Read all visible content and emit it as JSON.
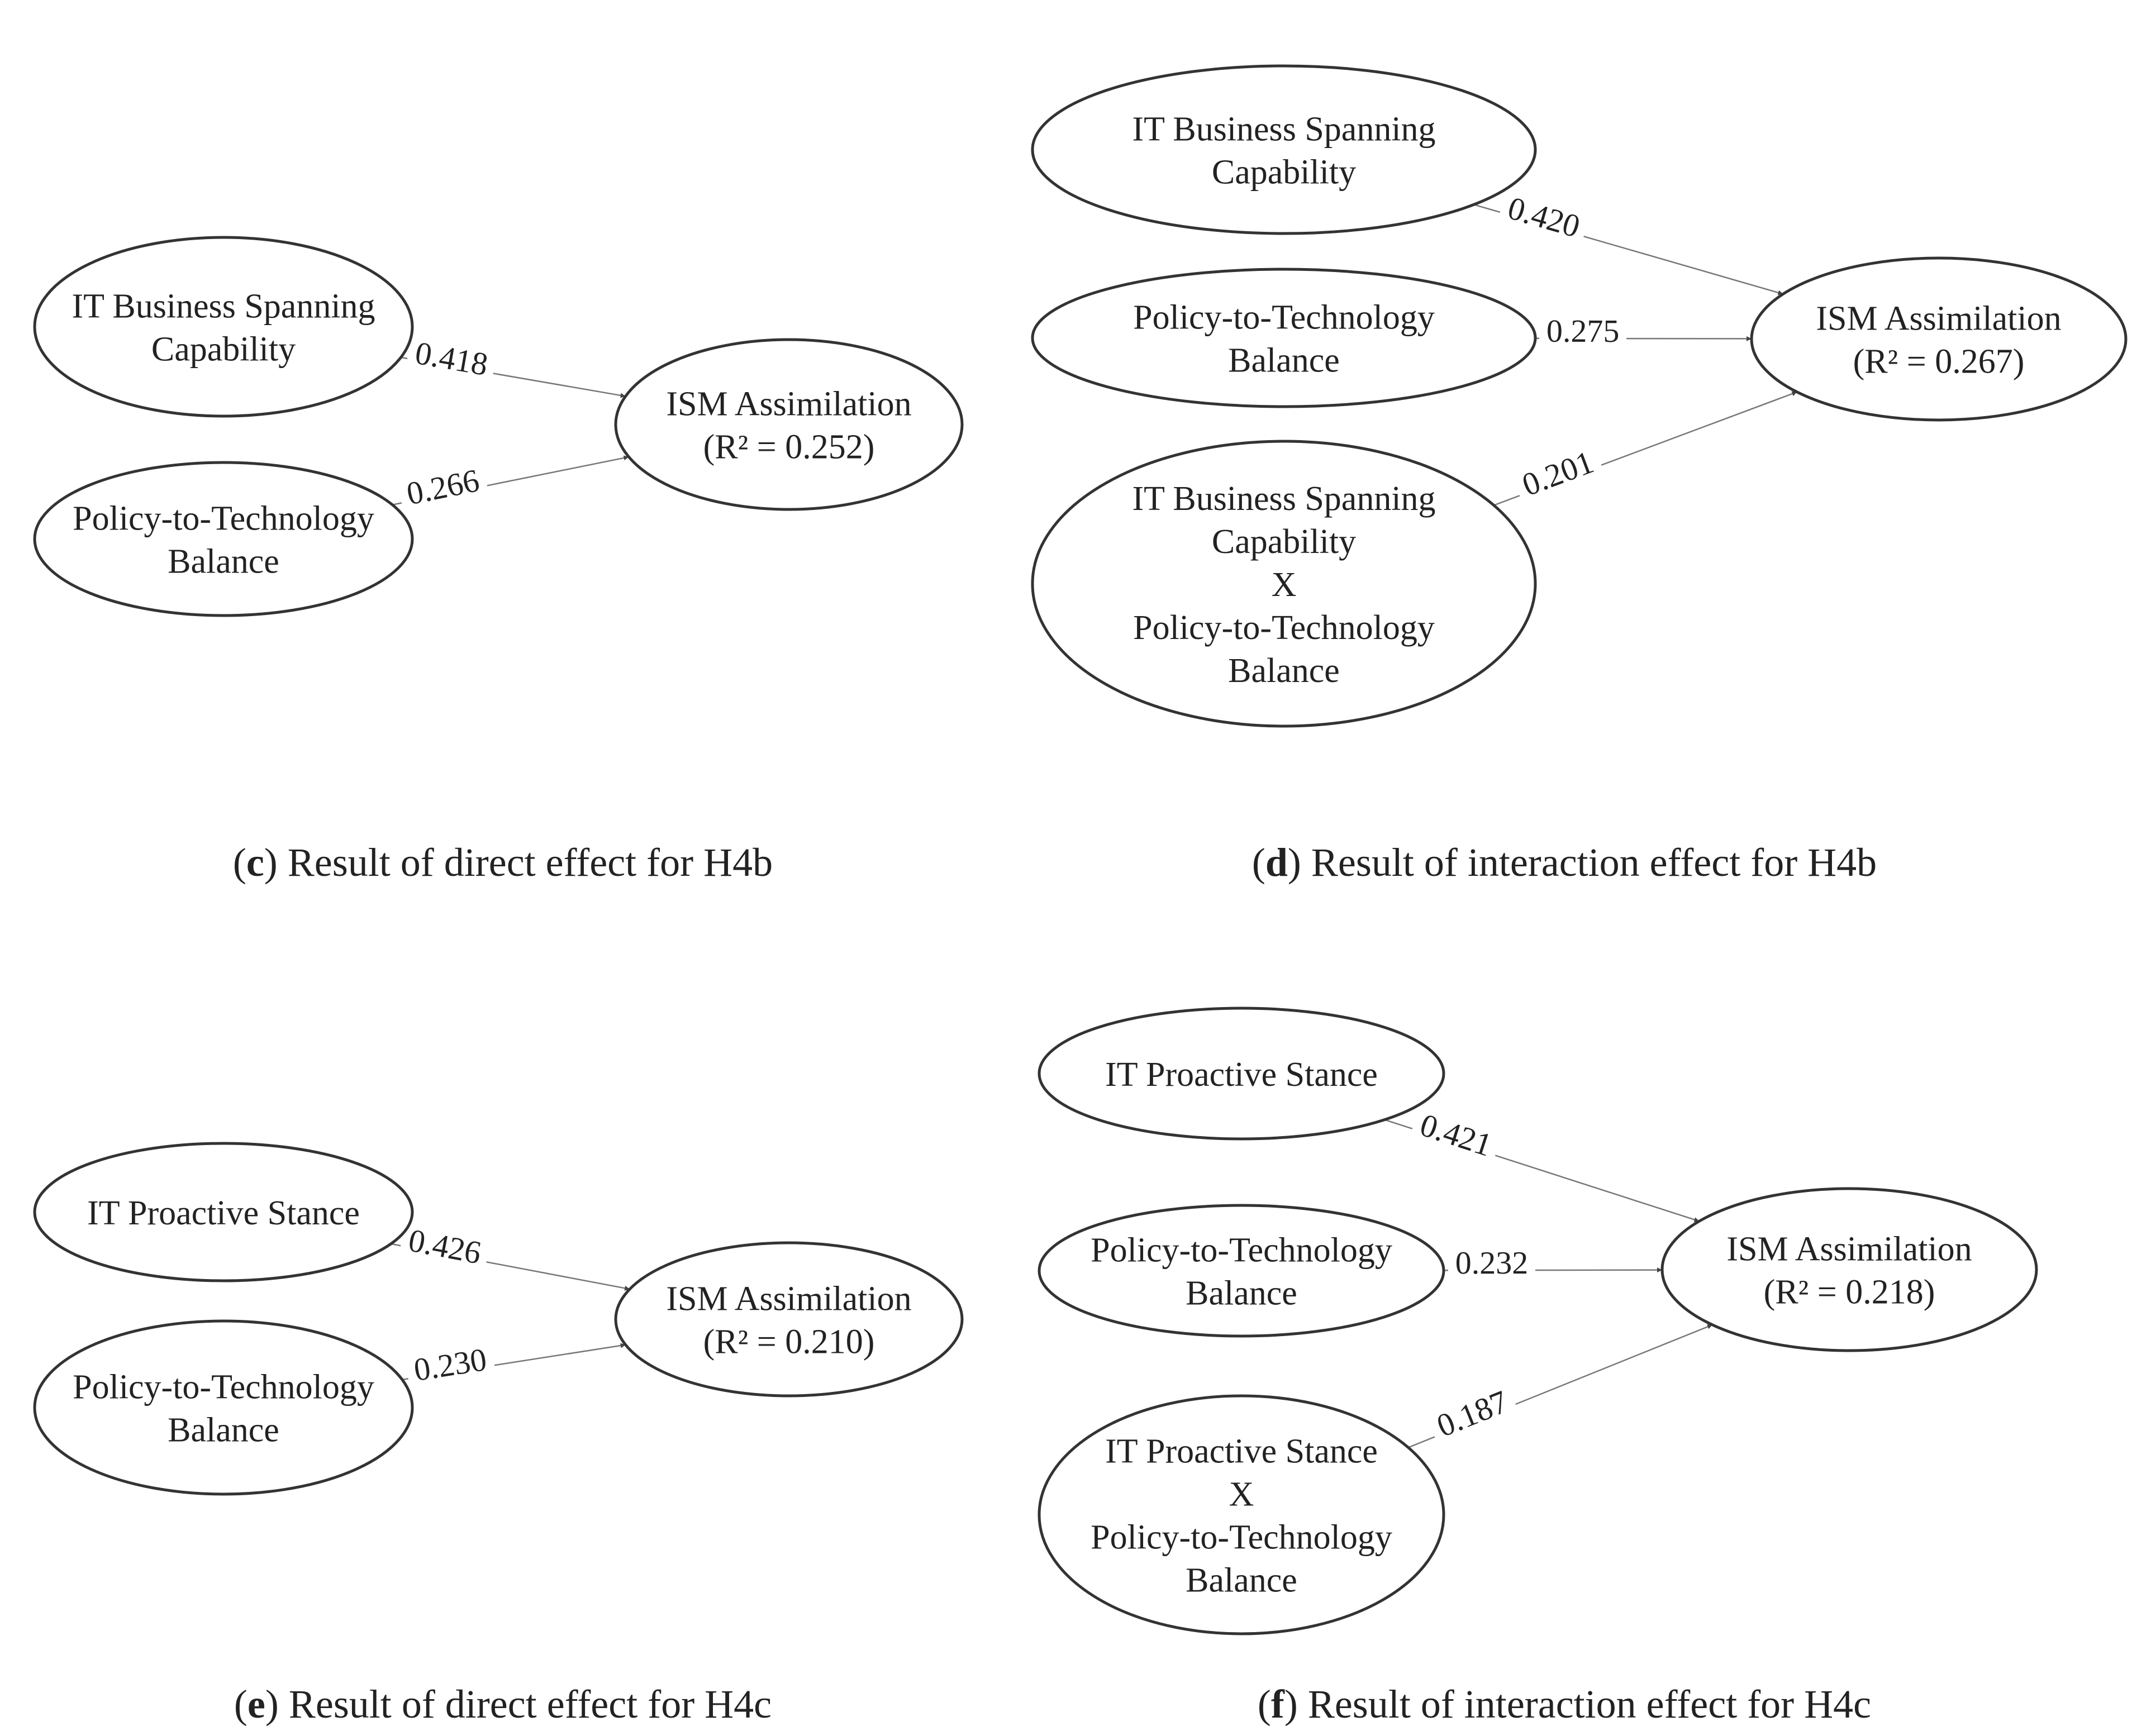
{
  "panels": [
    {
      "id": "c",
      "letter": "c",
      "caption": ") Result of direct effect for H4b",
      "nodes": [
        {
          "id": "c-itbs",
          "lines": [
            "IT Business Spanning",
            "Capability"
          ]
        },
        {
          "id": "c-ptb",
          "lines": [
            "Policy-to-Technology",
            "Balance"
          ]
        },
        {
          "id": "c-ism",
          "lines": [
            "ISM Assimilation",
            "(R² = 0.252)"
          ]
        }
      ],
      "edges": [
        {
          "from": "c-itbs",
          "to": "c-ism",
          "label": "0.418"
        },
        {
          "from": "c-ptb",
          "to": "c-ism",
          "label": "0.266"
        }
      ]
    },
    {
      "id": "d",
      "letter": "d",
      "caption": ") Result of interaction effect for H4b",
      "nodes": [
        {
          "id": "d-itbs",
          "lines": [
            "IT Business Spanning",
            "Capability"
          ]
        },
        {
          "id": "d-ptb",
          "lines": [
            "Policy-to-Technology",
            "Balance"
          ]
        },
        {
          "id": "d-int",
          "lines": [
            "IT Business Spanning",
            "Capability",
            "X",
            "Policy-to-Technology",
            "Balance"
          ]
        },
        {
          "id": "d-ism",
          "lines": [
            "ISM Assimilation",
            "(R² = 0.267)"
          ]
        }
      ],
      "edges": [
        {
          "from": "d-itbs",
          "to": "d-ism",
          "label": "0.420"
        },
        {
          "from": "d-ptb",
          "to": "d-ism",
          "label": "0.275"
        },
        {
          "from": "d-int",
          "to": "d-ism",
          "label": "0.201"
        }
      ]
    },
    {
      "id": "e",
      "letter": "e",
      "caption": ") Result of direct effect for H4c",
      "nodes": [
        {
          "id": "e-itps",
          "lines": [
            "IT Proactive Stance"
          ]
        },
        {
          "id": "e-ptb",
          "lines": [
            "Policy-to-Technology",
            "Balance"
          ]
        },
        {
          "id": "e-ism",
          "lines": [
            "ISM Assimilation",
            "(R² = 0.210)"
          ]
        }
      ],
      "edges": [
        {
          "from": "e-itps",
          "to": "e-ism",
          "label": "0.426"
        },
        {
          "from": "e-ptb",
          "to": "e-ism",
          "label": "0.230"
        }
      ]
    },
    {
      "id": "f",
      "letter": "f",
      "caption": ") Result of interaction effect for H4c",
      "nodes": [
        {
          "id": "f-itps",
          "lines": [
            "IT Proactive Stance"
          ]
        },
        {
          "id": "f-ptb",
          "lines": [
            "Policy-to-Technology",
            "Balance"
          ]
        },
        {
          "id": "f-int",
          "lines": [
            "IT Proactive Stance",
            "X",
            "Policy-to-Technology",
            "Balance"
          ]
        },
        {
          "id": "f-ism",
          "lines": [
            "ISM Assimilation",
            "(R² = 0.218)"
          ]
        }
      ],
      "edges": [
        {
          "from": "f-itps",
          "to": "f-ism",
          "label": "0.421"
        },
        {
          "from": "f-ptb",
          "to": "f-ism",
          "label": "0.232"
        },
        {
          "from": "f-int",
          "to": "f-ism",
          "label": "0.187"
        }
      ]
    }
  ]
}
